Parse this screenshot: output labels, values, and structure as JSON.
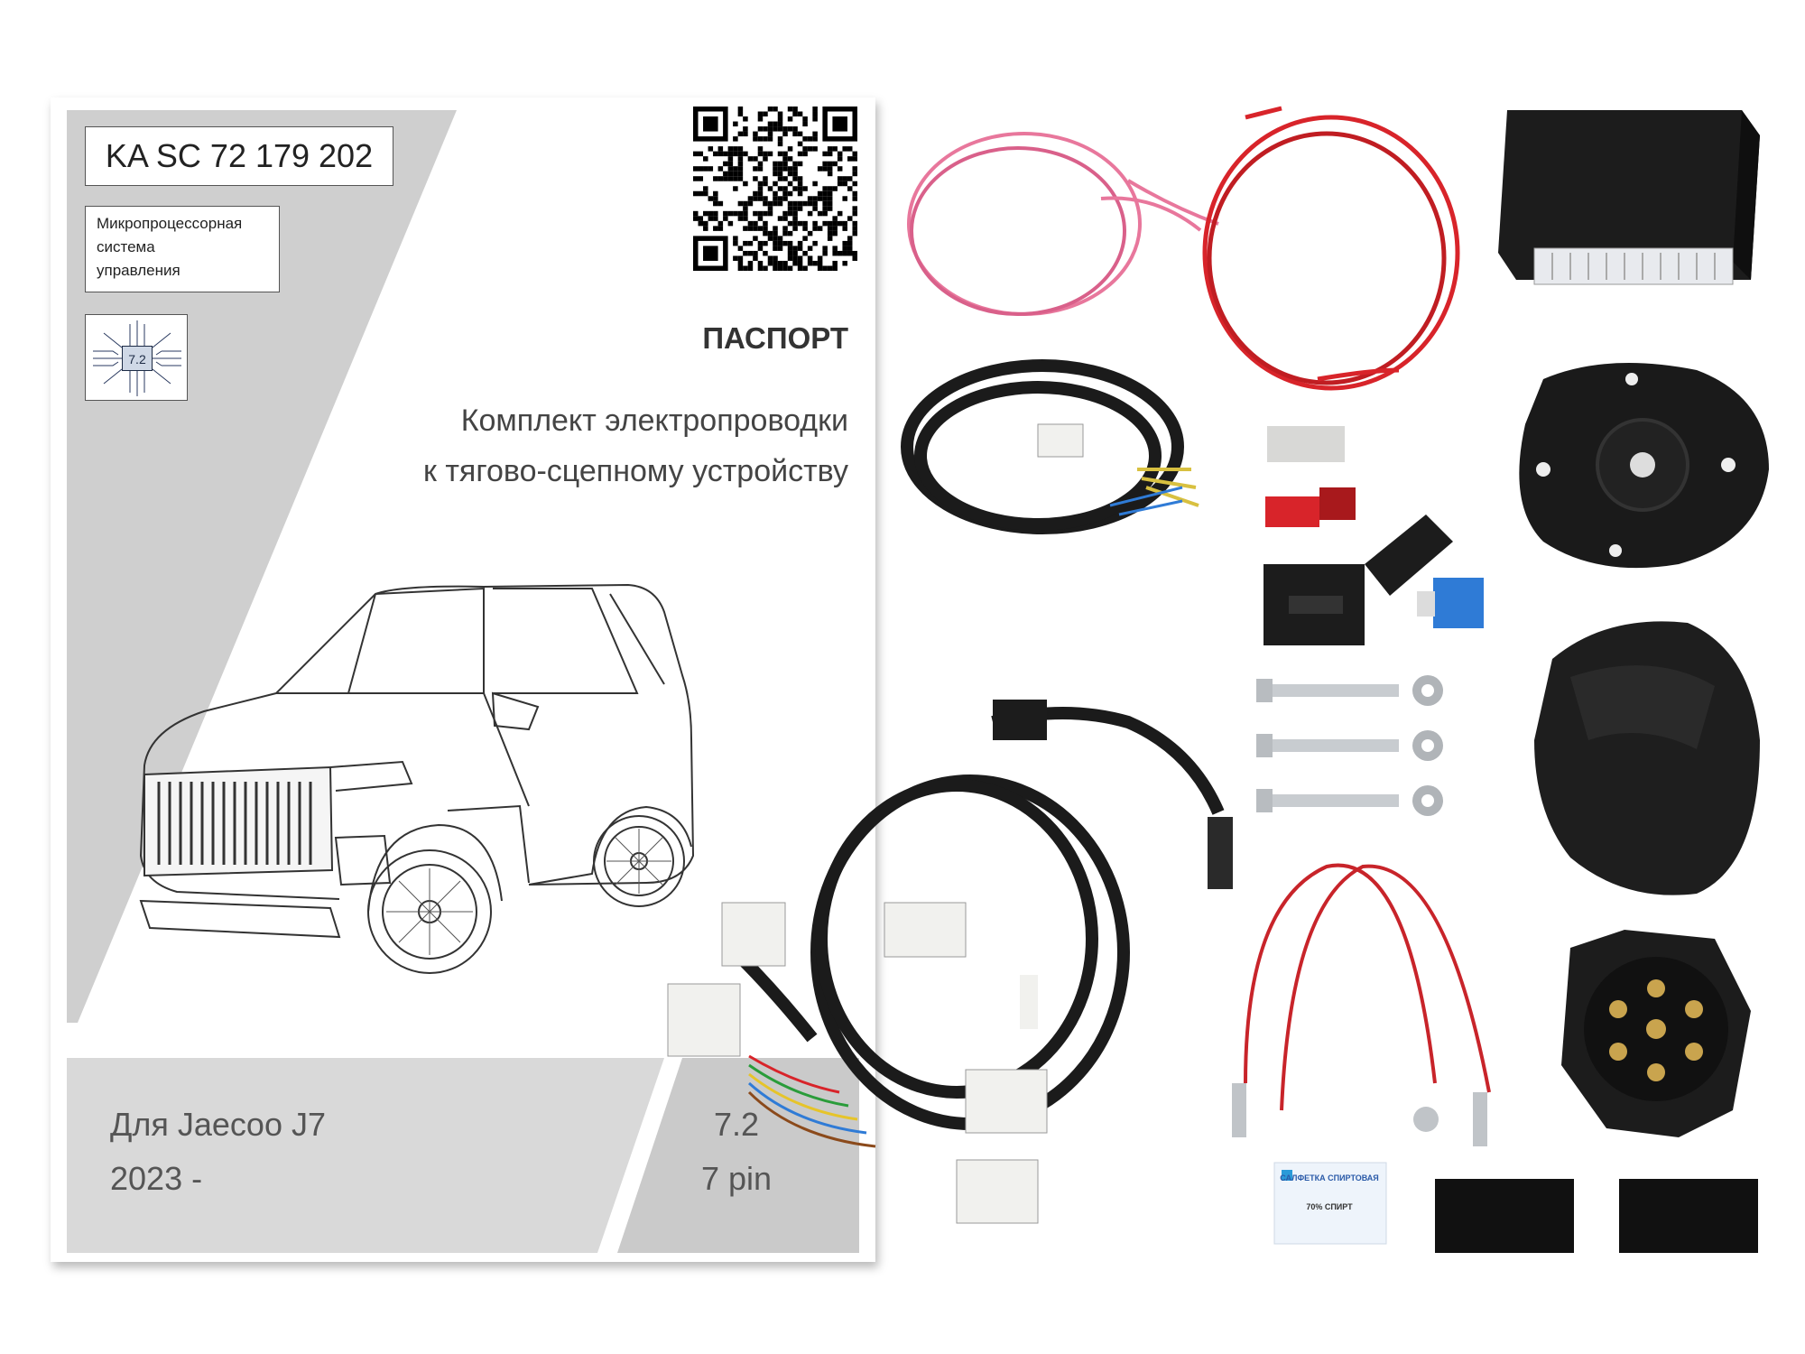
{
  "passport": {
    "part_number": "KA SC 72 179 202",
    "system_description": [
      "Микропроцессорная",
      "система",
      "управления"
    ],
    "chip_label": "7.2",
    "title": "ПАСПОРТ",
    "subtitle": [
      "Комплект электропроводки",
      "к тягово-сцепному устройству"
    ],
    "vehicle_lines": [
      "Для Jaecoo J7",
      "2023 -"
    ],
    "spec_lines": [
      "7.2",
      "7 pin"
    ]
  },
  "kit": {
    "wipe_label": "САЛФЕТКА СПИРТОВАЯ",
    "wipe_note": "70% СПИРТ"
  },
  "colors": {
    "band_gray": "#cfcfcf",
    "cable_black": "#1b1b1b",
    "wire_red": "#d8242a",
    "wire_pink": "#e8779c",
    "connector_white": "#f1f1ee",
    "fuse_blue": "#2f7bd6"
  }
}
